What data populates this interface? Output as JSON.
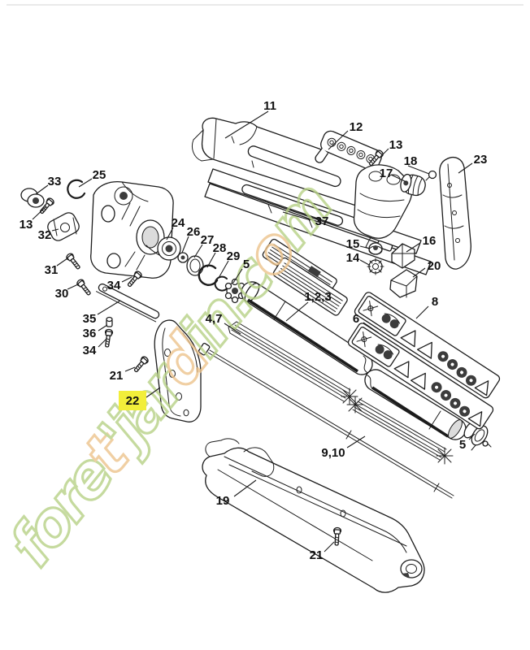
{
  "page": {
    "background": "#ffffff",
    "top_rule_color": "#e3e3e3"
  },
  "watermark": {
    "full_text": "foret'jardin.com",
    "green": "#b5d083",
    "orange": "#ecc28a",
    "segments": [
      {
        "text": "fore",
        "color": "#b5d083"
      },
      {
        "text": "t",
        "color": "#ecc28a"
      },
      {
        "text": "'jar",
        "color": "#b5d083"
      },
      {
        "text": "d",
        "color": "#ecc28a"
      },
      {
        "text": "in.c",
        "color": "#b5d083"
      },
      {
        "text": "o",
        "color": "#ecc28a"
      },
      {
        "text": "m",
        "color": "#b5d083"
      }
    ]
  },
  "diagram": {
    "kind": "exploded-parts-diagram",
    "highlight_color": "#f2ee3a",
    "line_color": "#1c1c1c",
    "highlighted_part": "22",
    "labels": [
      {
        "text": "11"
      },
      {
        "text": "12"
      },
      {
        "text": "13"
      },
      {
        "text": "18"
      },
      {
        "text": "17"
      },
      {
        "text": "23"
      },
      {
        "text": "33"
      },
      {
        "text": "25"
      },
      {
        "text": "13"
      },
      {
        "text": "32"
      },
      {
        "text": "24"
      },
      {
        "text": "26"
      },
      {
        "text": "27"
      },
      {
        "text": "28"
      },
      {
        "text": "29"
      },
      {
        "text": "5"
      },
      {
        "text": "31"
      },
      {
        "text": "30"
      },
      {
        "text": "34"
      },
      {
        "text": "35"
      },
      {
        "text": "36"
      },
      {
        "text": "34"
      },
      {
        "text": "37"
      },
      {
        "text": "15"
      },
      {
        "text": "14"
      },
      {
        "text": "16"
      },
      {
        "text": "20"
      },
      {
        "text": "1,2,3"
      },
      {
        "text": "6"
      },
      {
        "text": "8"
      },
      {
        "text": "4,7"
      },
      {
        "text": "21"
      },
      {
        "text": "22",
        "highlighted": true
      },
      {
        "text": "9,10"
      },
      {
        "text": "5"
      },
      {
        "text": "19"
      },
      {
        "text": "21"
      }
    ]
  }
}
